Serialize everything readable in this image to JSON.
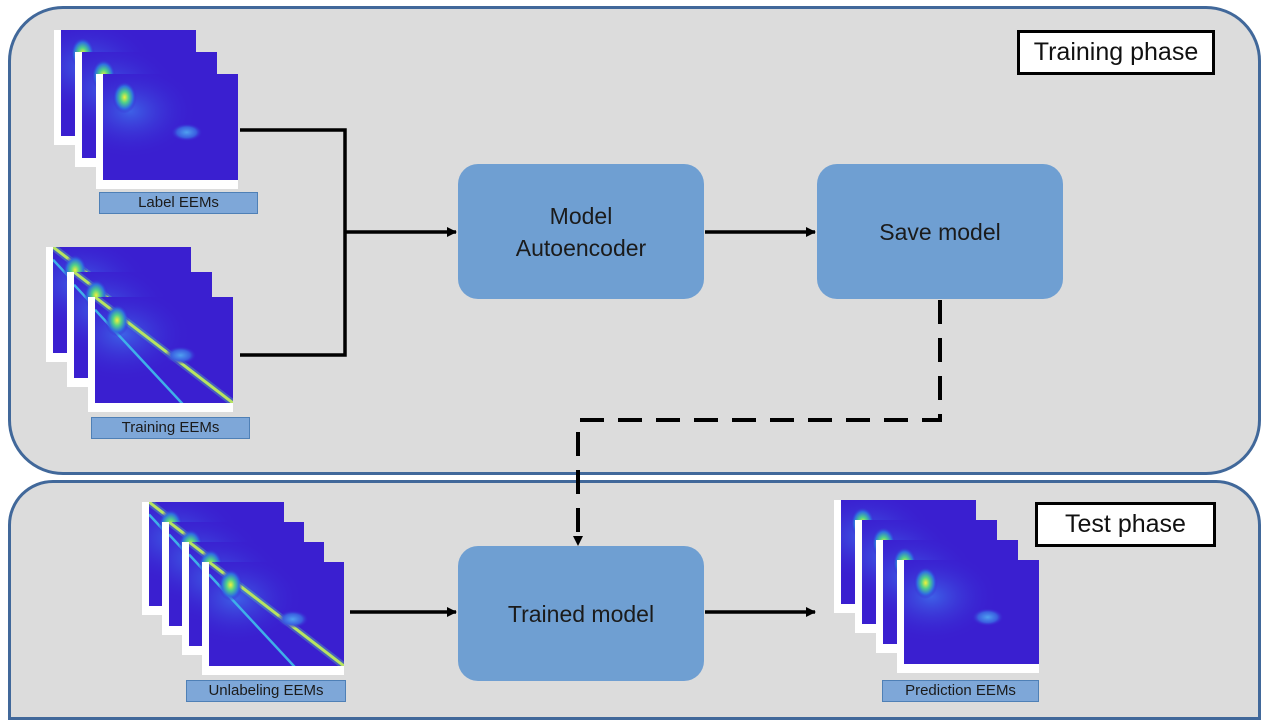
{
  "training_phase": {
    "label": "Training phase",
    "label_eems": "Label EEMs",
    "training_eems": "Training EEMs",
    "model_node": [
      "Model",
      "Autoencoder"
    ],
    "save_node": "Save model"
  },
  "test_phase": {
    "label": "Test phase",
    "unlabeling_eems": "Unlabeling EEMs",
    "trained_node": "Trained model",
    "prediction_eems": "Prediction EEMs"
  },
  "colors": {
    "panel_fill": "#dcdcdc",
    "panel_border": "#41689a",
    "node_fill": "#6f9fd2",
    "eem_background": "#3a1fd0",
    "eem_hotspot": "#f2f23a"
  },
  "eem_stack_counts": {
    "label": 3,
    "training": 3,
    "unlabeling": 4,
    "prediction": 4
  }
}
